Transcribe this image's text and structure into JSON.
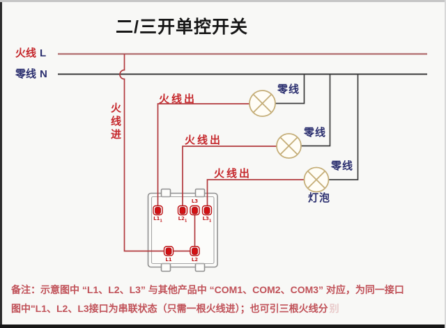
{
  "title": "二/三开单控开关",
  "legend": {
    "live": {
      "zh": "火线",
      "code": "L"
    },
    "neutral": {
      "zh": "零线",
      "code": "N"
    }
  },
  "wire_labels": {
    "live_in": "火线进",
    "live_out": [
      "火线出",
      "火线出",
      "火线出"
    ],
    "neutral_branch": [
      "零线",
      "零线",
      "零线"
    ],
    "bulb": "灯泡"
  },
  "switch": {
    "top_terminals": [
      {
        "base": "L1",
        "sub": "1"
      },
      {
        "base": "L2",
        "sub": "1"
      },
      {
        "base": "L3",
        "sub": ""
      },
      {
        "base": "L3",
        "sub": "1"
      }
    ],
    "bottom_terminals": [
      {
        "base": "L1",
        "sub": ""
      },
      {
        "base": "L2",
        "sub": ""
      }
    ]
  },
  "note": {
    "line1": "备注：示意图中 “L1、L2、L3” 与其他产品中 “COM1、COM2、COM3” 对应，为同一接口",
    "line2": "图中\"L1、L2、L3接口为串联状态（只需一根火线进）；也可引三根火线分",
    "faded_tail": "别"
  },
  "colors": {
    "live_text": "#c5272b",
    "neutral_text": "#2b2f6f",
    "wire_live": "#b1383c",
    "wire_neutral": "#3b3b3b",
    "lamp": "#c5ae78",
    "terminal": "#d21114",
    "note": "#c05158"
  }
}
